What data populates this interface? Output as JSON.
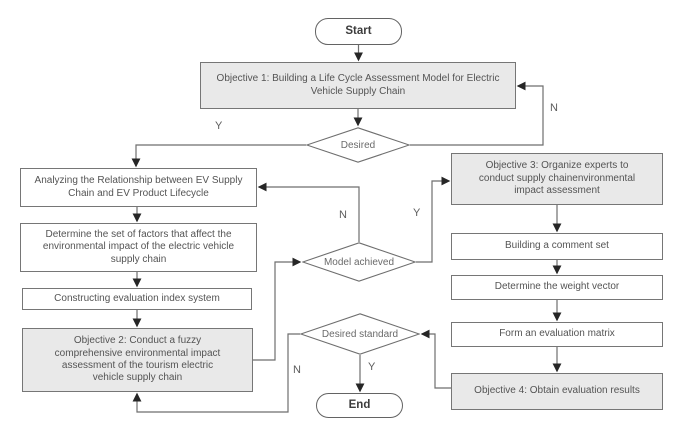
{
  "flowchart": {
    "nodes": {
      "start": {
        "label": "Start"
      },
      "objective1": {
        "label": "Objective 1: Building a Life Cycle Assessment Model for Electric Vehicle Supply Chain"
      },
      "desired": {
        "label": "Desired"
      },
      "analyzing": {
        "label": "Analyzing the  Relationship between EV Supply Chain and EV Product Lifecycle"
      },
      "factors": {
        "label": "Determine the set of factors that affect the environmental impact of the electric vehicle supply chain"
      },
      "index_system": {
        "label": "Constructing evaluation index system"
      },
      "objective2": {
        "label": "Objective 2: Conduct a fuzzy comprehensive environmental impact assessment of the tourism electric vehicle supply chain"
      },
      "model_achieved": {
        "label": "Model achieved"
      },
      "objective3": {
        "label": "Objective 3: Organize experts to conduct supply chainenvironmental impact assessment"
      },
      "comment_set": {
        "label": "Building a comment set"
      },
      "weight_vector": {
        "label": "Determine the weight vector"
      },
      "evaluation_matrix": {
        "label": "Form an evaluation matrix"
      },
      "objective4": {
        "label": "Objective 4: Obtain evaluation results"
      },
      "desired_standard": {
        "label": "Desired standard"
      },
      "end": {
        "label": "End"
      }
    },
    "branch_labels": {
      "desired_yes": "Y",
      "desired_no": "N",
      "model_no": "N",
      "model_yes": "Y",
      "standard_no": "N",
      "standard_yes": "Y"
    },
    "colors": {
      "objective_fill": "#e9e9e9",
      "process_fill": "#ffffff",
      "box_border": "#767676",
      "connector_line": "#6e6e6e",
      "arrowhead": "#262626",
      "text": "#545454"
    }
  }
}
